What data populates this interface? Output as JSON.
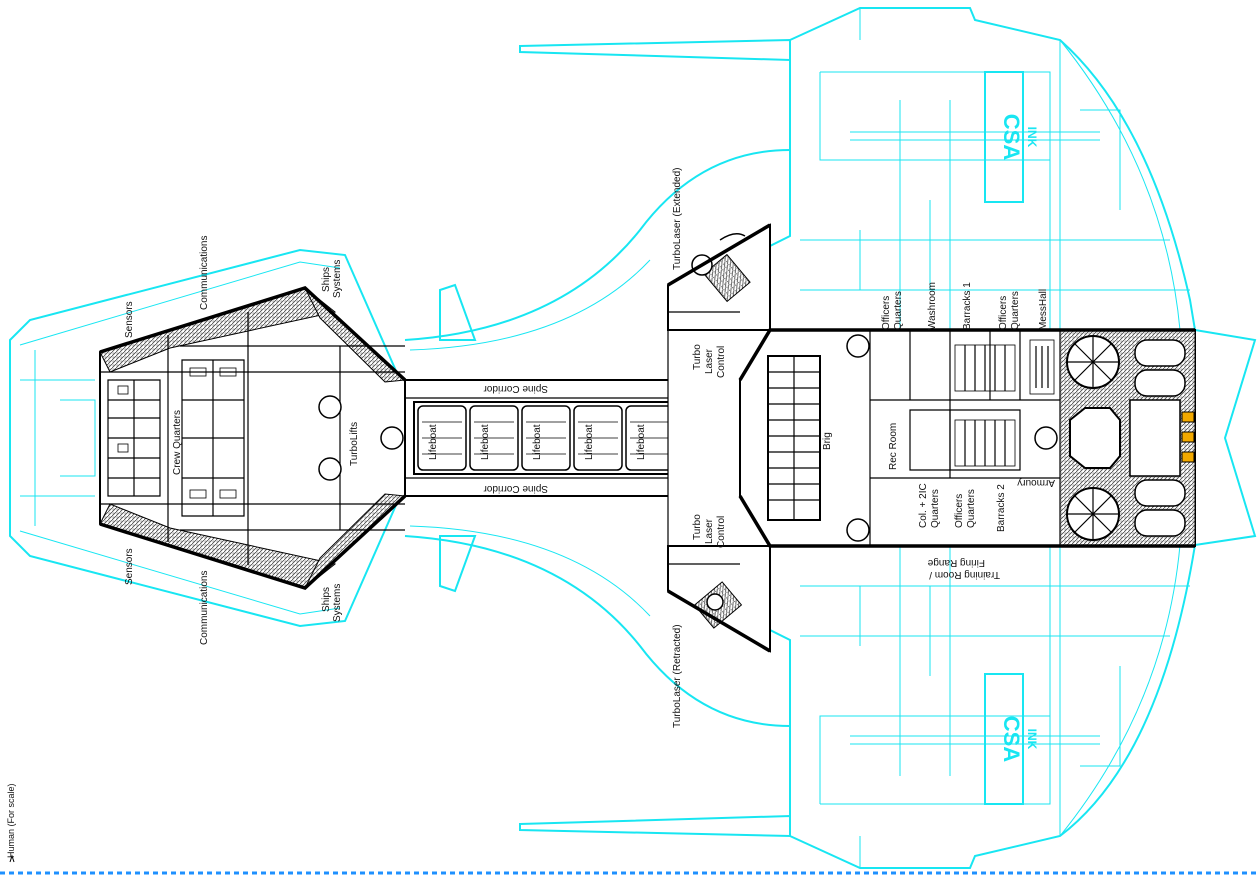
{
  "labels": {
    "sensors_top": "Sensors",
    "sensors_bottom": "Sensors",
    "communications_top": "Communications",
    "communications_bottom": "Communications",
    "ships_systems_top_1": "Ships",
    "ships_systems_top_2": "Systems",
    "ships_systems_bottom_1": "Ships",
    "ships_systems_bottom_2": "Systems",
    "crew_quarters": "Crew Quarters",
    "turbolifts": "TurboLifts",
    "spine_corridor_top": "Spine Corridor",
    "spine_corridor_bottom": "Spine Corridor",
    "lifeboat": "Lifeboat",
    "turbolaser_extended": "TurboLaser (Extended)",
    "turbolaser_retracted": "TurboLaser (Retracted)",
    "turbo_laser_control_top": [
      "Turbo",
      "Laser",
      "Control"
    ],
    "turbo_laser_control_bottom": [
      "Turbo",
      "Laser",
      "Control"
    ],
    "brig": "Brig",
    "rec_room": "Rec Room",
    "officers_quarters_1": [
      "Officers",
      "Quarters"
    ],
    "washroom": "Washroom",
    "barracks_1": "Barracks 1",
    "officers_quarters_2": [
      "Officers",
      "Quarters"
    ],
    "mess_hall": "MessHall",
    "col_2ic_quarters": [
      "Col. + 2IC",
      "Quarters"
    ],
    "officers_quarters_3": [
      "Officers",
      "Quarters"
    ],
    "barracks_2": "Barracks 2",
    "armoury": "Armoury",
    "training_room": [
      "Training Room /",
      "Firing Range"
    ],
    "human_scale": "Human (For scale)",
    "logo_csa": "CSA",
    "logo_small": "INK"
  },
  "colors": {
    "hull_outline": "#18e6f2",
    "deck_line": "#000000",
    "bottom_rule": "#1e90ff"
  }
}
